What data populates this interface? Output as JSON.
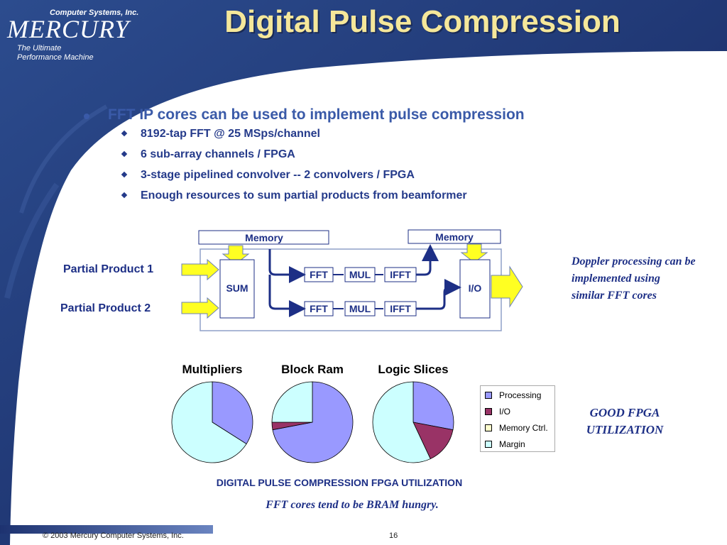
{
  "logo": {
    "company": "Computer Systems, Inc.",
    "name": "MERCURY",
    "tagline_1": "The Ultimate",
    "tagline_2": "Performance Machine"
  },
  "title": "Digital Pulse Compression",
  "bullets": {
    "main": "FFT IP cores can be used to implement pulse compression",
    "subs": [
      "8192-tap FFT @ 25 MSps/channel",
      "6 sub-array channels / FPGA",
      "3-stage pipelined convolver -- 2 convolvers / FPGA",
      "Enough resources to sum partial products from beamformer"
    ]
  },
  "diagram": {
    "memory_left": "Memory",
    "memory_right": "Memory",
    "sum": "SUM",
    "io": "I/O",
    "fft": "FFT",
    "mul": "MUL",
    "ifft": "IFFT",
    "input_1": "Partial Product 1",
    "input_2": "Partial Product 2"
  },
  "doppler_note": "Doppler processing can be implemented using similar FFT cores",
  "chart_data": {
    "type": "pie",
    "title": "DIGITAL PULSE COMPRESSION FPGA UTILIZATION",
    "caption": "FFT cores tend to be BRAM hungry.",
    "legend": [
      "Processing",
      "I/O",
      "Memory Ctrl.",
      "Margin"
    ],
    "colors": [
      "#9999ff",
      "#993366",
      "#ffffcc",
      "#ccffff"
    ],
    "charts": [
      {
        "name": "Multipliers",
        "values": [
          34,
          0,
          0,
          66
        ]
      },
      {
        "name": "Block Ram",
        "values": [
          72,
          3,
          0,
          25
        ]
      },
      {
        "name": "Logic Slices",
        "values": [
          28,
          15,
          0,
          57
        ]
      }
    ]
  },
  "good_note_1": "GOOD FPGA",
  "good_note_2": "UTILIZATION",
  "footer": {
    "copyright": "© 2003 Mercury Computer Systems, Inc.",
    "page": "16"
  }
}
